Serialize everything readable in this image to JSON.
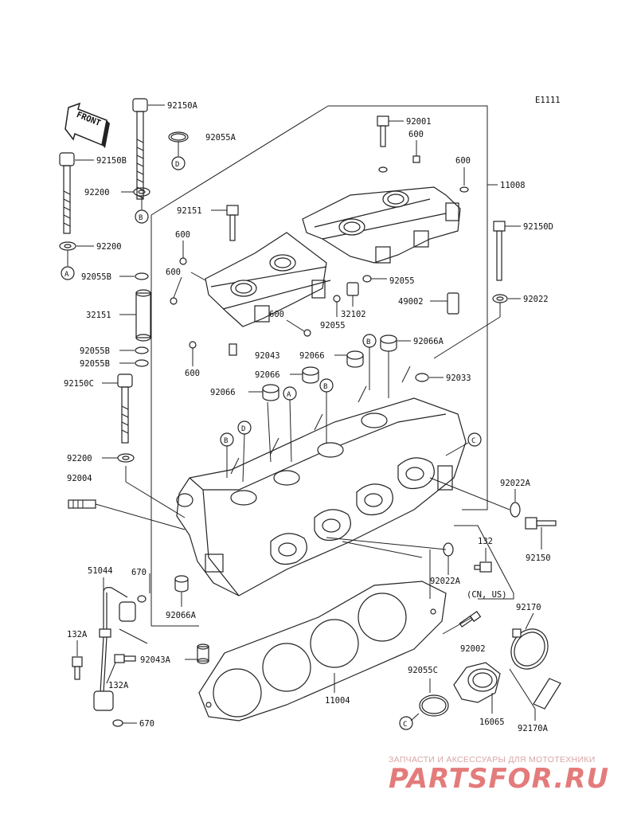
{
  "diagram_code": "E1111",
  "front_arrow": "FRONT",
  "labels": {
    "l92150A": "92150A",
    "l92055A": "92055A",
    "l92150B": "92150B",
    "l92200a": "92200",
    "l92200b": "92200",
    "l92055B_1": "92055B",
    "l32151": "32151",
    "l92055B_2": "92055B",
    "l92055B_3": "92055B",
    "l92150C": "92150C",
    "l92200c": "92200",
    "l92004": "92004",
    "l92001": "92001",
    "l600_a": "600",
    "l600_b": "600",
    "l11008": "11008",
    "l92151": "92151",
    "l600_c": "600",
    "l600_d": "600",
    "l600_e": "600",
    "l600_f": "600",
    "l92150D": "92150D",
    "l92055_a": "92055",
    "l49002": "49002",
    "l92022": "92022",
    "l32102": "32102",
    "l92055_b": "92055",
    "l92043": "92043",
    "l92066_a": "92066",
    "l92066A_top": "92066A",
    "l92066_b": "92066",
    "l92033": "92033",
    "l92066_c": "92066",
    "l92022A_a": "92022A",
    "l92150": "92150",
    "l132": "132",
    "l92022A_b": "92022A",
    "l_cnus": "(CN, US)",
    "l51044": "51044",
    "l670_a": "670",
    "l92066A_bot": "92066A",
    "l132A_a": "132A",
    "l92043A": "92043A",
    "l132A_b": "132A",
    "l670_b": "670",
    "l11004": "11004",
    "l92170": "92170",
    "l92002": "92002",
    "l92055C": "92055C",
    "l16065": "16065",
    "l92170A": "92170A"
  },
  "circle_refs": {
    "D_top": "D",
    "B_left": "B",
    "A_left": "A",
    "B_head1": "B",
    "A_head": "A",
    "B_head2": "B",
    "D_head": "D",
    "B_head3": "B",
    "C_head": "C",
    "C_bottom": "C"
  },
  "watermark": {
    "subtitle": "ЗАПЧАСТИ И АКСЕССУАРЫ ДЛЯ МОТОТЕХНИКИ",
    "brand": "PARTSFOR.RU"
  },
  "colors": {
    "line": "#222222",
    "watermark_text": "#e47b7b",
    "watermark_subtitle": "#d9a5a5"
  }
}
